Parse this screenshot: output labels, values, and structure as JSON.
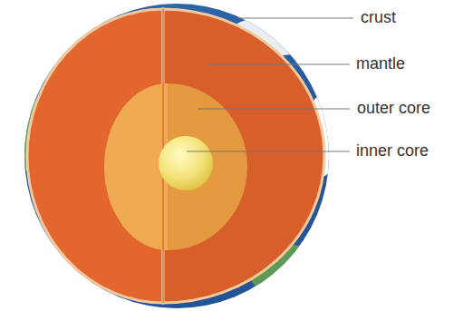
{
  "diagram": {
    "labels": [
      "crust",
      "mantle",
      "outer core",
      "inner core"
    ]
  }
}
